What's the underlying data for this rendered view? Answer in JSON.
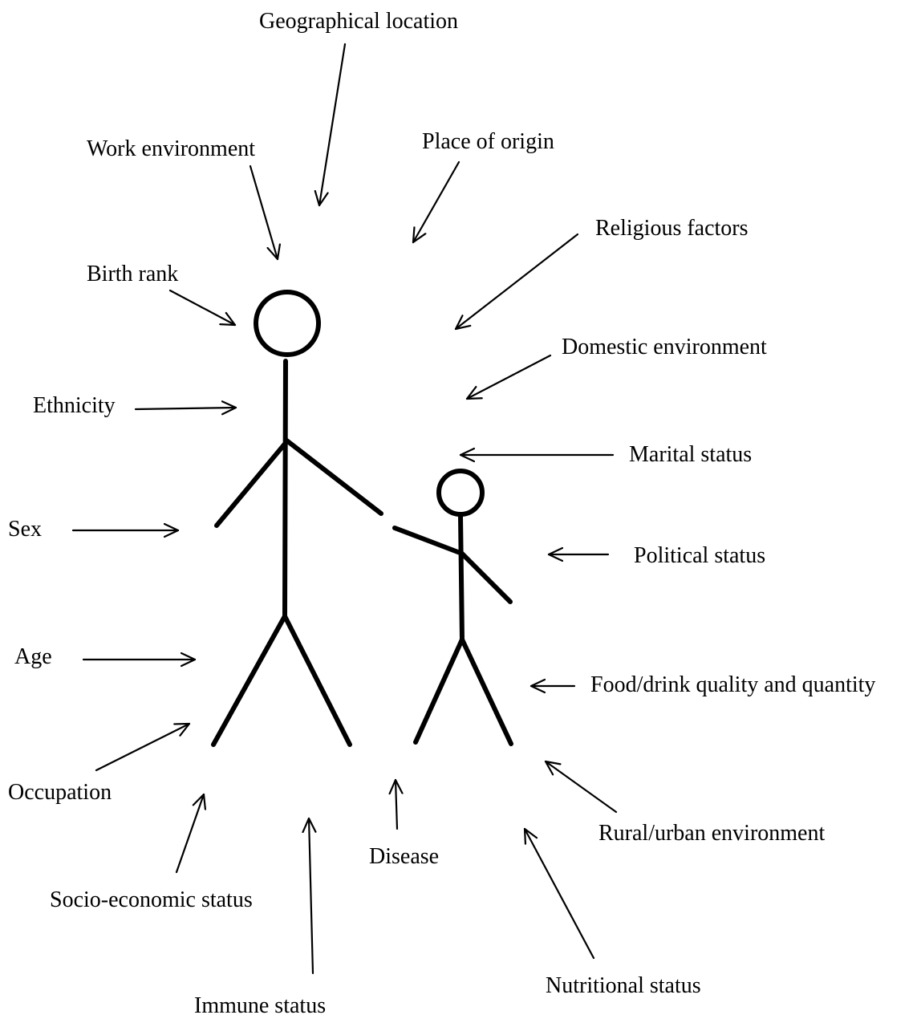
{
  "factors": [
    "Geographical location",
    "Work environment",
    "Place of origin",
    "Religious factors",
    "Birth rank",
    "Domestic environment",
    "Ethnicity",
    "Marital status",
    "Sex",
    "Political status",
    "Age",
    "Food/drink quality and quantity",
    "Occupation",
    "Rural/urban environment",
    "Disease",
    "Socio-economic status",
    "Nutritional status",
    "Immune status"
  ]
}
